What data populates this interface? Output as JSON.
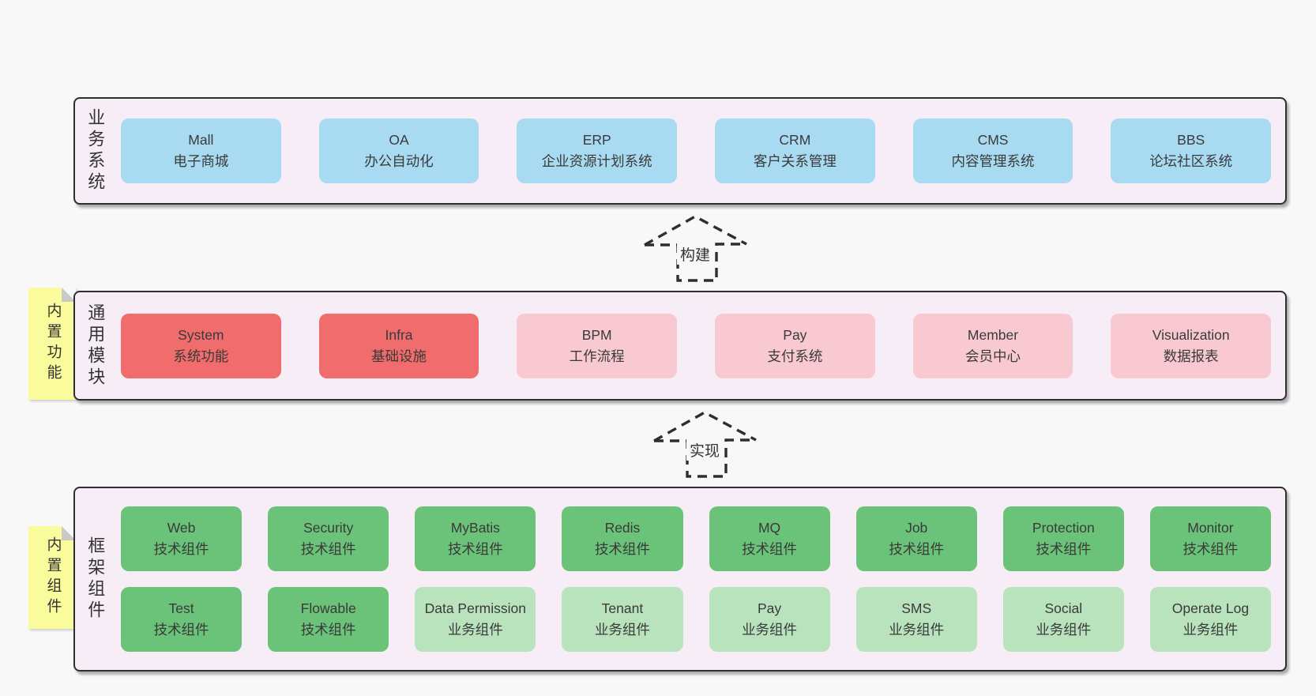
{
  "colors": {
    "background": "#f8f8f8",
    "panel_fill": "#f7edf6",
    "panel_border": "#2f2f2f",
    "blue": "#a8dbf2",
    "red": "#f16c6c",
    "pink": "#f9c9d2",
    "green": "#6ac378",
    "lightgreen": "#b9e3bd",
    "yellow": "#fafb9d",
    "text": "#3a3a3a"
  },
  "sections": [
    {
      "id": "business-systems",
      "label": "业务系统",
      "note": null,
      "rows": [
        [
          {
            "name": "Mall",
            "desc": "电子商城",
            "variant": "blue"
          },
          {
            "name": "OA",
            "desc": "办公自动化",
            "variant": "blue"
          },
          {
            "name": "ERP",
            "desc": "企业资源计划系统",
            "variant": "blue"
          },
          {
            "name": "CRM",
            "desc": "客户关系管理",
            "variant": "blue"
          },
          {
            "name": "CMS",
            "desc": "内容管理系统",
            "variant": "blue"
          },
          {
            "name": "BBS",
            "desc": "论坛社区系统",
            "variant": "blue"
          }
        ]
      ]
    },
    {
      "id": "common-modules",
      "label": "通用模块",
      "note": "内置功能",
      "rows": [
        [
          {
            "name": "System",
            "desc": "系统功能",
            "variant": "red"
          },
          {
            "name": "Infra",
            "desc": "基础设施",
            "variant": "red"
          },
          {
            "name": "BPM",
            "desc": "工作流程",
            "variant": "pink"
          },
          {
            "name": "Pay",
            "desc": "支付系统",
            "variant": "pink"
          },
          {
            "name": "Member",
            "desc": "会员中心",
            "variant": "pink"
          },
          {
            "name": "Visualization",
            "desc": "数据报表",
            "variant": "pink"
          }
        ]
      ]
    },
    {
      "id": "framework-components",
      "label": "框架组件",
      "note": "内置组件",
      "rows": [
        [
          {
            "name": "Web",
            "desc": "技术组件",
            "variant": "green"
          },
          {
            "name": "Security",
            "desc": "技术组件",
            "variant": "green"
          },
          {
            "name": "MyBatis",
            "desc": "技术组件",
            "variant": "green"
          },
          {
            "name": "Redis",
            "desc": "技术组件",
            "variant": "green"
          },
          {
            "name": "MQ",
            "desc": "技术组件",
            "variant": "green"
          },
          {
            "name": "Job",
            "desc": "技术组件",
            "variant": "green"
          },
          {
            "name": "Protection",
            "desc": "技术组件",
            "variant": "green"
          },
          {
            "name": "Monitor",
            "desc": "技术组件",
            "variant": "green"
          }
        ],
        [
          {
            "name": "Test",
            "desc": "技术组件",
            "variant": "green"
          },
          {
            "name": "Flowable",
            "desc": "技术组件",
            "variant": "green"
          },
          {
            "name": "Data Permission",
            "desc": "业务组件",
            "variant": "lightgreen"
          },
          {
            "name": "Tenant",
            "desc": "业务组件",
            "variant": "lightgreen"
          },
          {
            "name": "Pay",
            "desc": "业务组件",
            "variant": "lightgreen"
          },
          {
            "name": "SMS",
            "desc": "业务组件",
            "variant": "lightgreen"
          },
          {
            "name": "Social",
            "desc": "业务组件",
            "variant": "lightgreen"
          },
          {
            "name": "Operate Log",
            "desc": "业务组件",
            "variant": "lightgreen"
          }
        ]
      ]
    }
  ],
  "arrows": [
    {
      "label": "构建"
    },
    {
      "label": "实现"
    }
  ]
}
